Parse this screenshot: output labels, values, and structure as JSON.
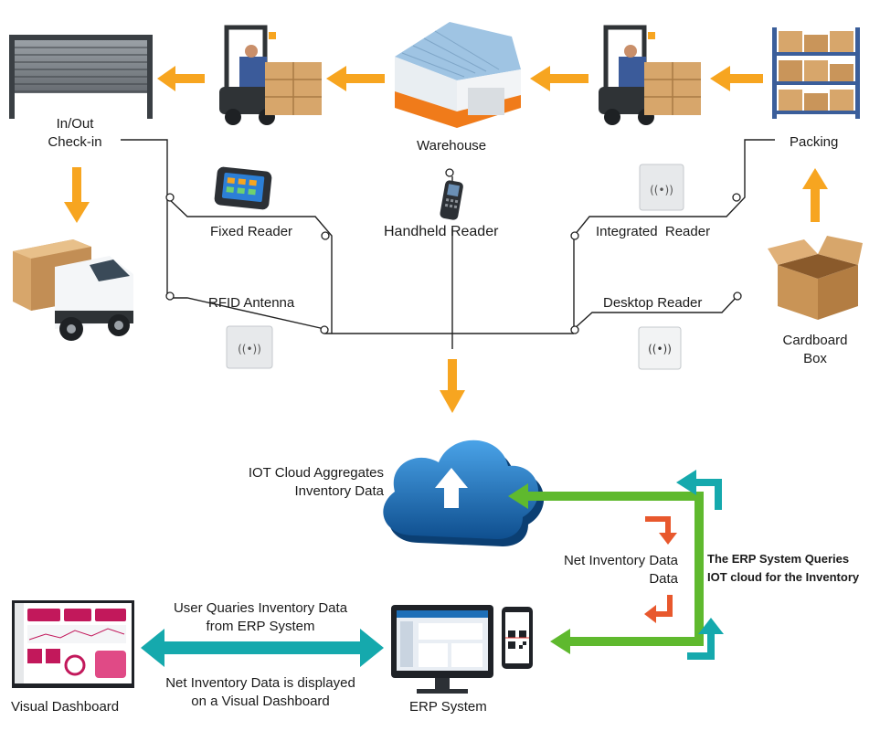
{
  "labels": {
    "inout_line1": "In/Out",
    "inout_line2": "Check-in",
    "warehouse": "Warehouse",
    "packing": "Packing",
    "fixed_reader": "Fixed Reader",
    "handheld_reader": "Handheld Reader",
    "integrated_reader": "Integrated  Reader",
    "rfid_antenna": "RFID Antenna",
    "desktop_reader": "Desktop Reader",
    "cardboard_line1": "Cardboard",
    "cardboard_line2": "Box",
    "iot_line1": "IOT Cloud Aggregates",
    "iot_line2": "Inventory Data",
    "net_inv_line1": "Net Inventory Data",
    "net_inv_line2": "Data",
    "erp_queries_line1": "The ERP System Queries",
    "erp_queries_line2": "IOT cloud for the Inventory",
    "user_queries_line1": "User Quaries Inventory Data",
    "user_queries_line2": "from ERP System",
    "displayed_line1": "Net Inventory Data is displayed",
    "displayed_line2": "on a Visual Dashboard",
    "visual_dashboard": "Visual Dashboard",
    "erp_system": "ERP System"
  },
  "colors": {
    "orange_arrow": "#f7a520",
    "green_arrow": "#5fb92e",
    "teal_arrow": "#15a9ad",
    "red_arrow": "#e8582d",
    "cloud_blue": "#1c6fb5",
    "connector": "#222222"
  },
  "icons": [
    "garage-door-icon",
    "forklift-icon",
    "warehouse-icon",
    "shelves-icon",
    "truck-icon",
    "cardboard-box-icon",
    "fixed-reader-icon",
    "handheld-reader-icon",
    "integrated-reader-icon",
    "rfid-antenna-icon",
    "desktop-reader-icon",
    "cloud-icon",
    "dashboard-icon",
    "erp-monitor-icon",
    "phone-qr-icon"
  ]
}
